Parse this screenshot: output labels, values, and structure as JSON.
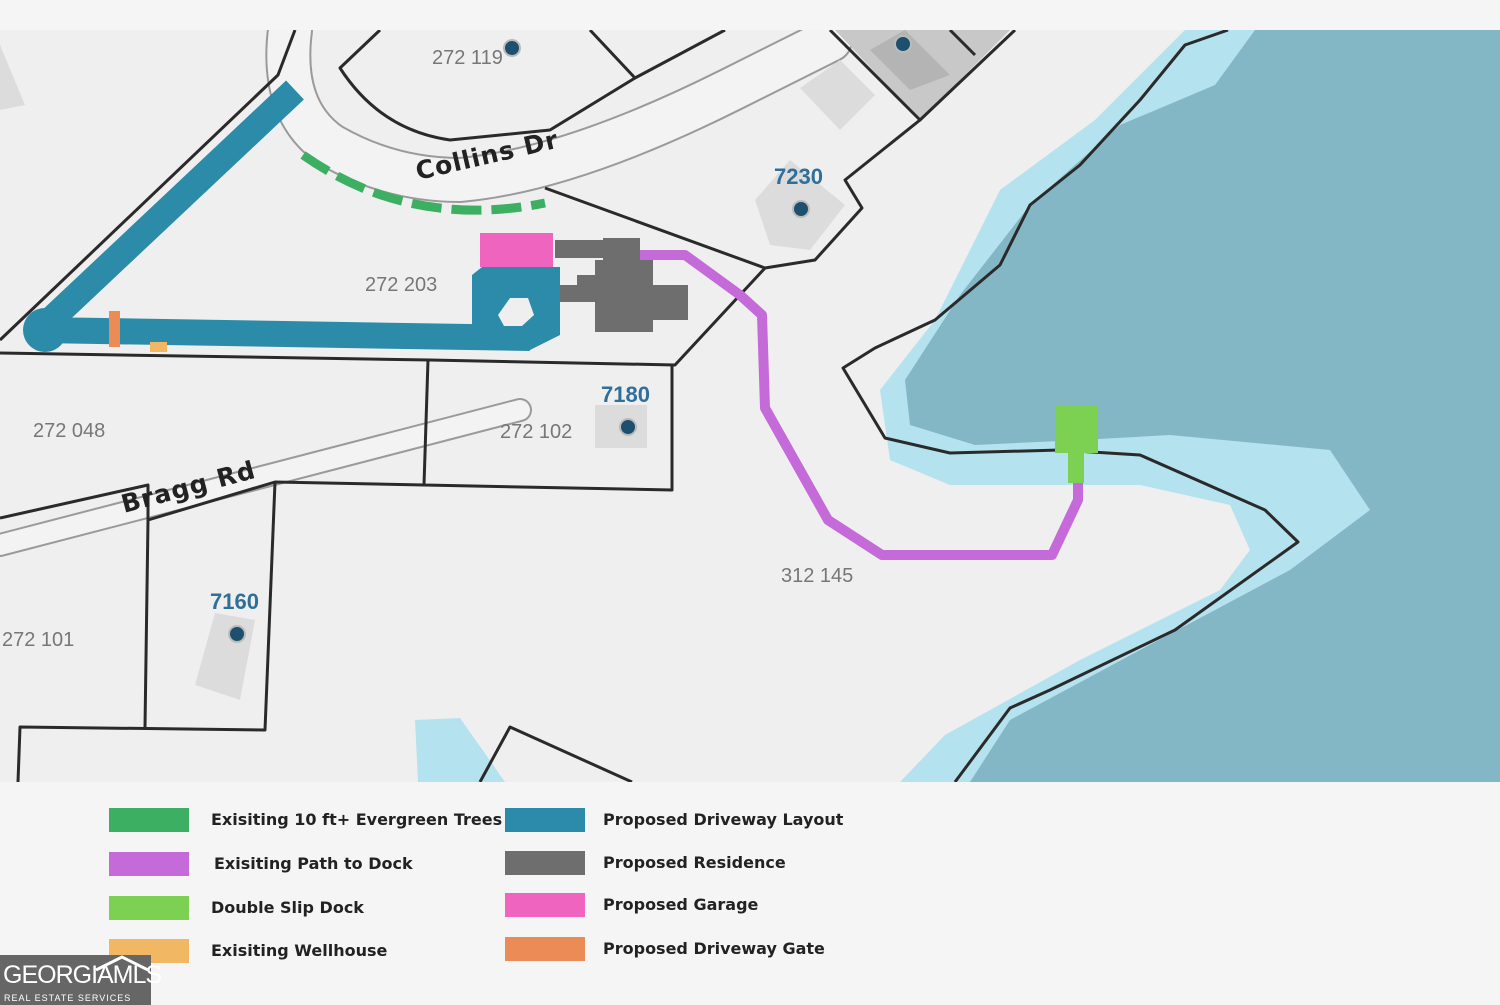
{
  "map": {
    "parcels": [
      "272 119",
      "272 203",
      "272 048",
      "272 102",
      "272 101",
      "312 145"
    ],
    "addresses": [
      "7230",
      "7180",
      "7160"
    ],
    "roads": {
      "collins": "Collins Dr",
      "bragg": "Bragg Rd"
    },
    "colors": {
      "water": "#84b7c6",
      "shore": "#b4e2ef",
      "trees": "#3caf62",
      "path": "#c56ad9",
      "dock": "#7dd152",
      "wellhouse": "#f2b763",
      "driveway": "#2b8ba8",
      "residence": "#6e6e6e",
      "garage": "#ee64be",
      "gate": "#eb8b55",
      "house_marker": "#1d4f6e"
    }
  },
  "legend": {
    "items": [
      {
        "label": "Exisiting 10 ft+ Evergreen Trees",
        "color": "#3caf62"
      },
      {
        "label": "Exisiting Path to Dock",
        "color": "#c56ad9"
      },
      {
        "label": "Double Slip Dock",
        "color": "#7dd152"
      },
      {
        "label": "Exisiting Wellhouse",
        "color": "#f2b763"
      },
      {
        "label": "Proposed Driveway Layout",
        "color": "#2b8ba8"
      },
      {
        "label": "Proposed Residence",
        "color": "#6e6e6e"
      },
      {
        "label": "Proposed Garage",
        "color": "#ee64be"
      },
      {
        "label": "Proposed Driveway Gate",
        "color": "#eb8b55"
      }
    ]
  },
  "logo": {
    "brand": "GEORGIAMLS",
    "tagline": "REAL ESTATE SERVICES"
  }
}
